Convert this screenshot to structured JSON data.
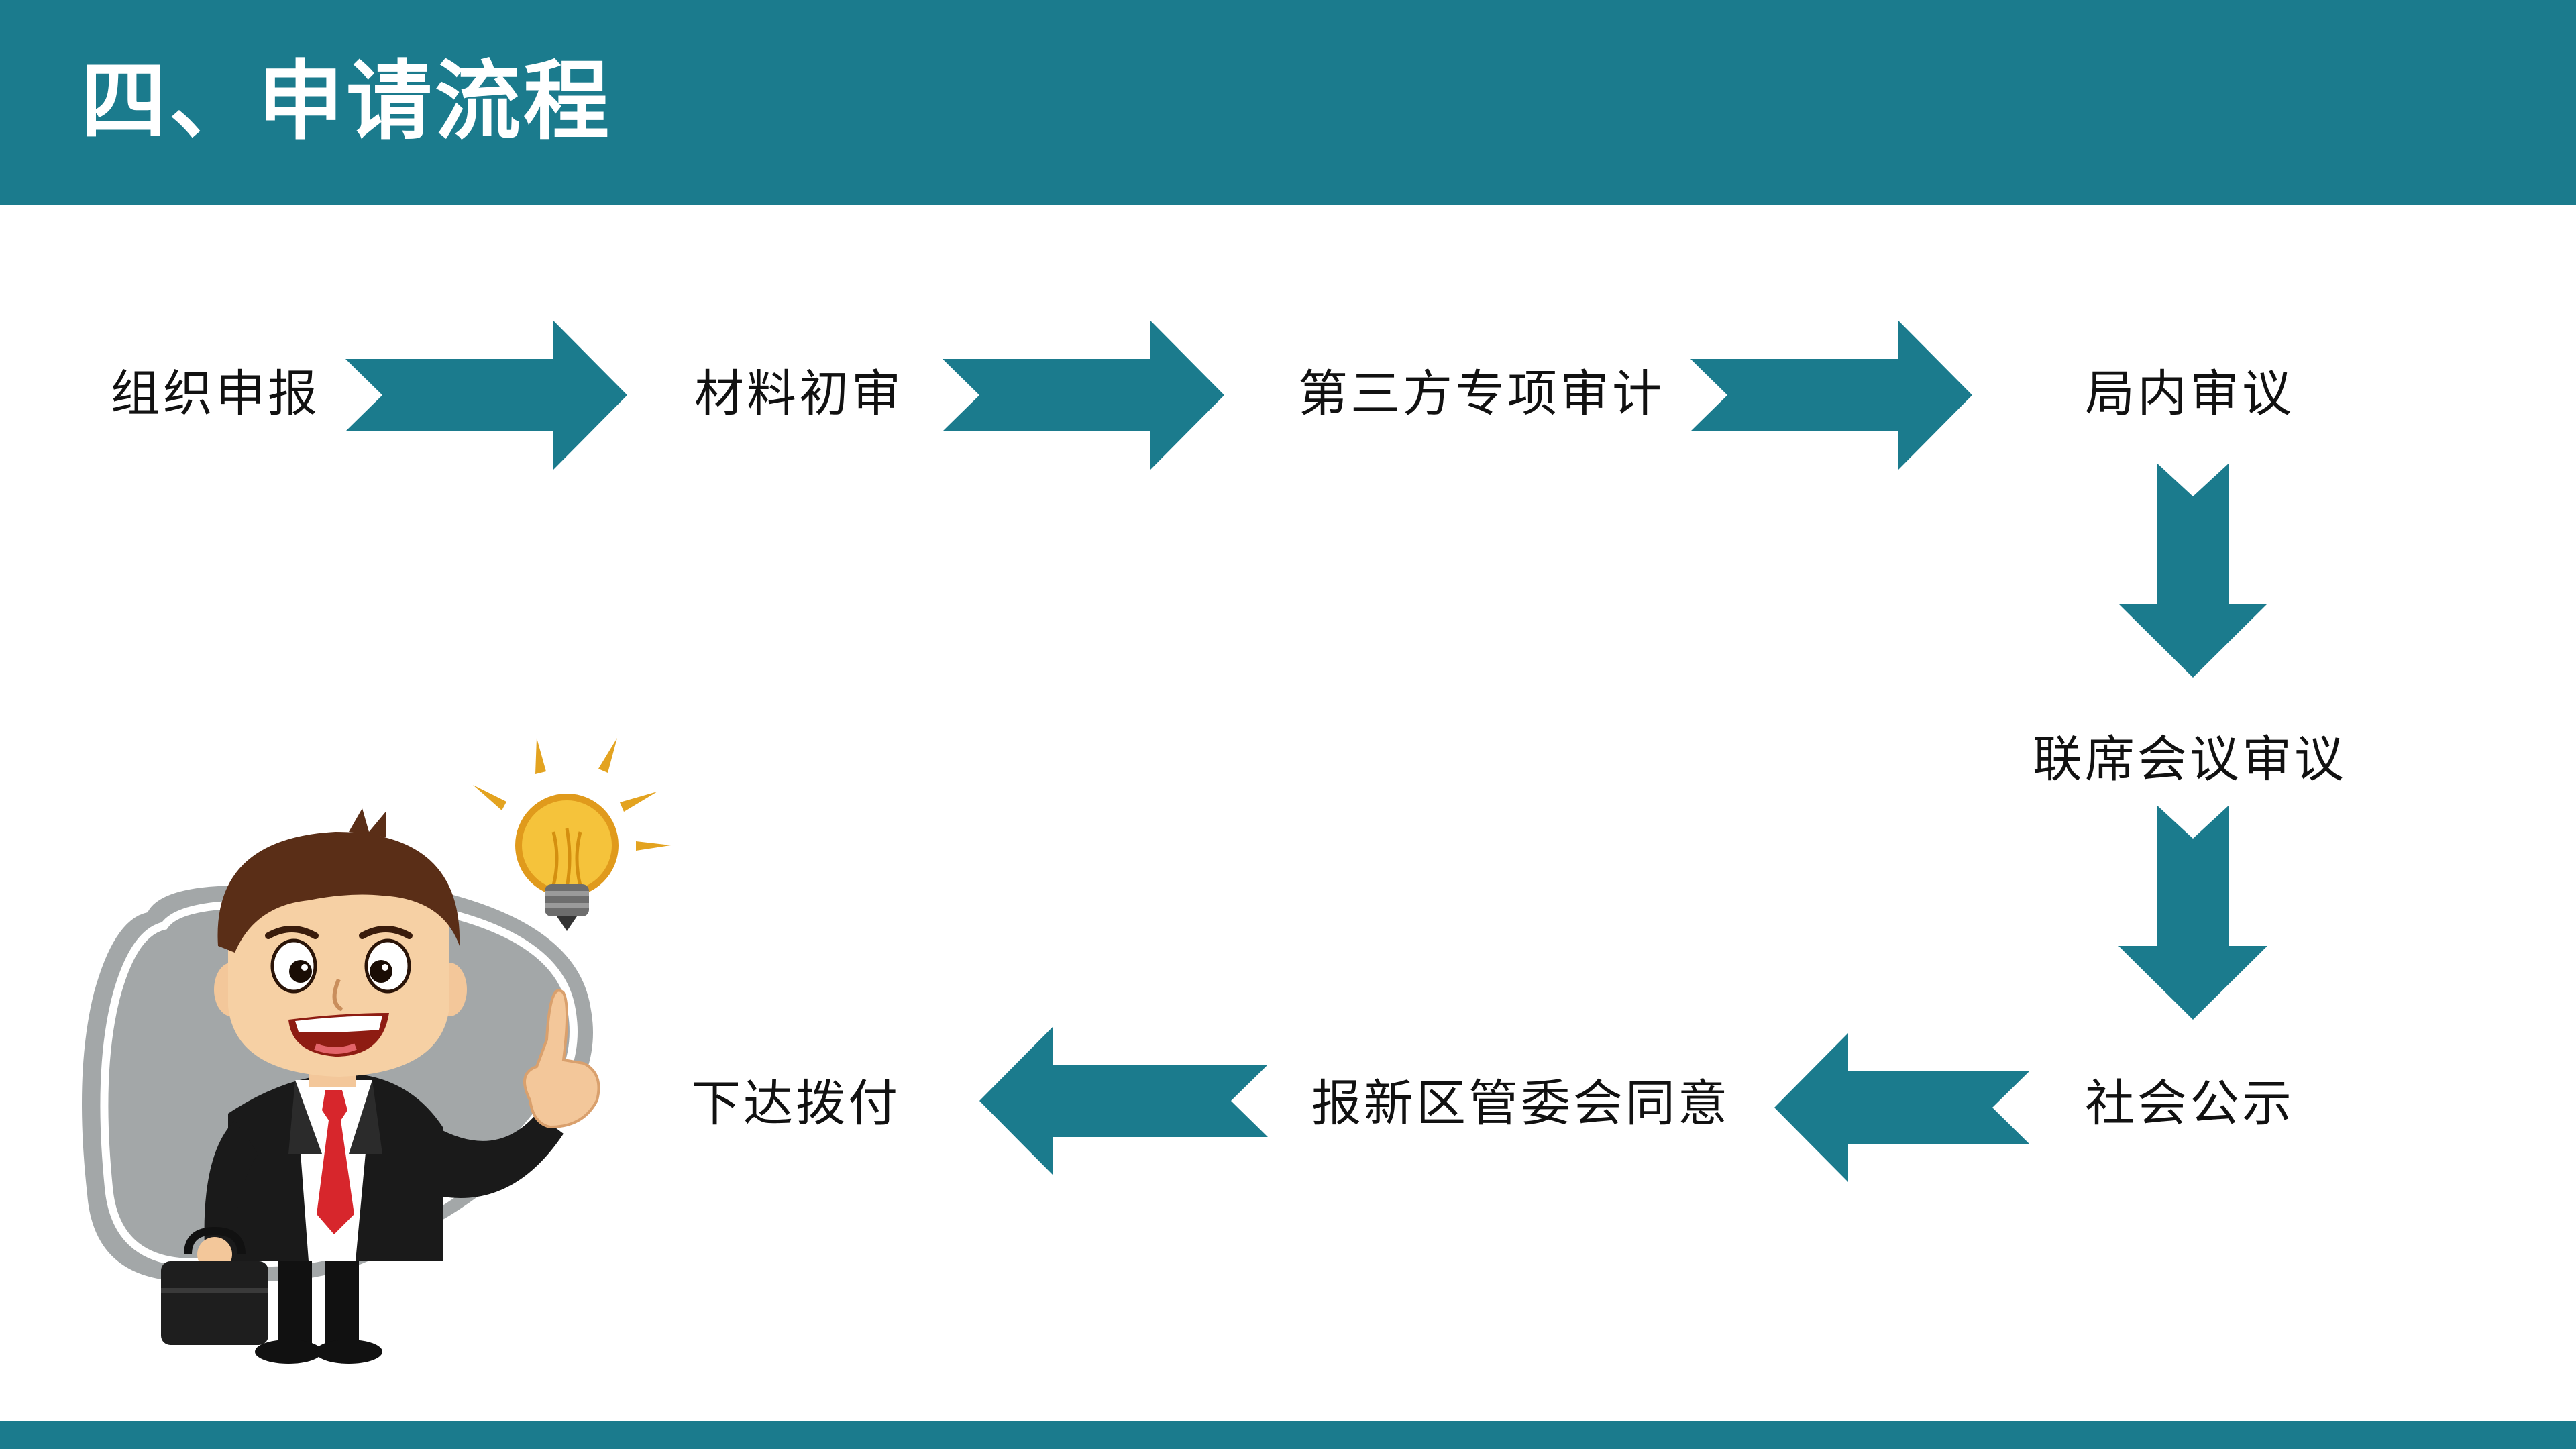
{
  "header": {
    "title": "四、申请流程"
  },
  "steps": {
    "s1": "组织申报",
    "s2": "材料初审",
    "s3": "第三方专项审计",
    "s4": "局内审议",
    "s5": "联席会议审议",
    "s6": "社会公示",
    "s7": "报新区管委会同意",
    "s8": "下达拨付"
  },
  "colors": {
    "brand": "#1b7b8d",
    "arrow": "#1b7b8d",
    "text": "#111111"
  }
}
